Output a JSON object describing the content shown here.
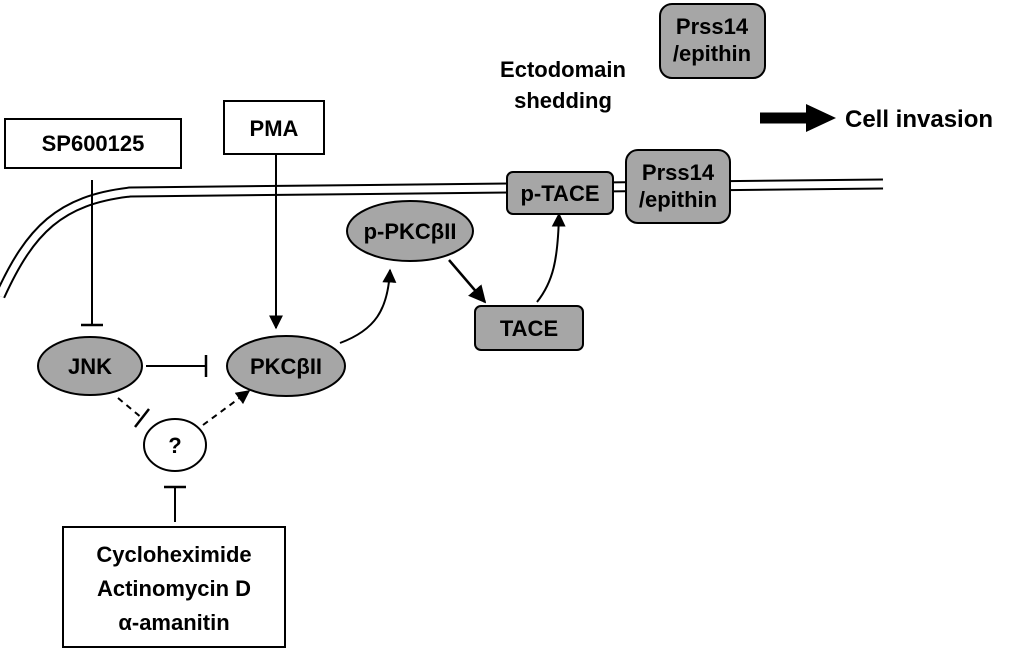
{
  "labels": {
    "sp600125": "SP600125",
    "pma": "PMA",
    "jnk": "JNK",
    "pkc": "PKCβII",
    "p_pkc": "p-PKCβII",
    "tace": "TACE",
    "p_tace": "p-TACE",
    "prss14_membrane_line1": "Prss14",
    "prss14_membrane_line2": "/epithin",
    "prss14_shed_line1": "Prss14",
    "prss14_shed_line2": "/epithin",
    "ectodomain_line1": "Ectodomain",
    "ectodomain_line2": "shedding",
    "cell_invasion": "Cell invasion",
    "unknown": "?",
    "inhibitors_line1": "Cycloheximide",
    "inhibitors_line2": "Actinomycin D",
    "inhibitors_line3": "α-amanitin"
  },
  "colors": {
    "node_fill": "#a6a6a6",
    "stroke": "#000000",
    "background": "#ffffff"
  }
}
